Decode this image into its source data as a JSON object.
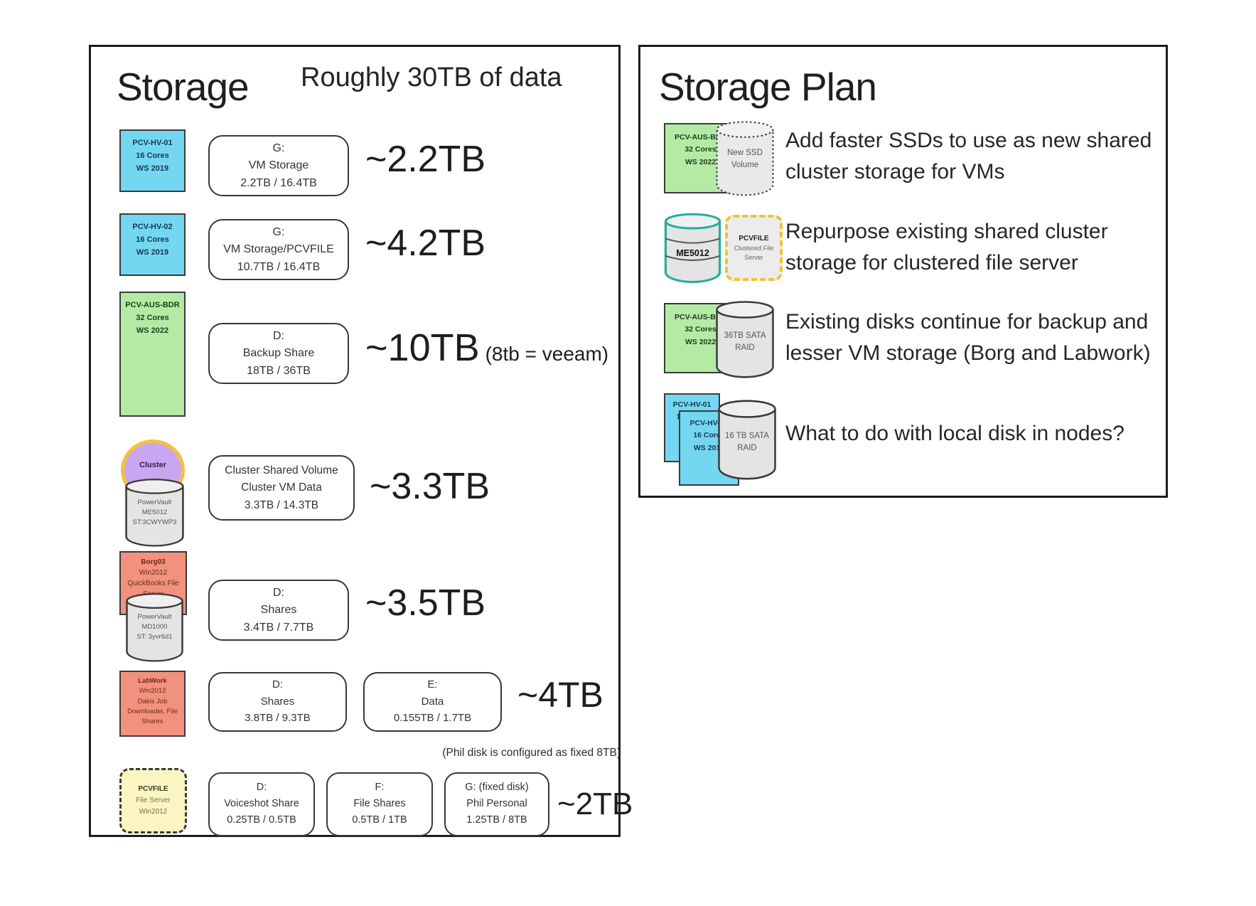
{
  "colors": {
    "host_blue": "#74D7F2",
    "host_green": "#B3EBA5",
    "host_red": "#F2917D",
    "cluster_purple": "#C9A7F0",
    "cluster_ring_yellow": "#F5C13D",
    "pcvfile_yellow": "#FBF5C3",
    "cylinder_grey": "#E4E4E4",
    "me5012_teal": "#25AE9A",
    "dashed_yellow": "#F0C330",
    "border_black": "#1c1c1c"
  },
  "storage": {
    "title": "Storage",
    "note": "Roughly 30TB of data",
    "rows": [
      {
        "server": {
          "lines": [
            "PCV-HV-01",
            "16 Cores",
            "WS 2019"
          ]
        },
        "volumes": [
          {
            "lines": [
              "G:",
              "VM Storage",
              "2.2TB / 16.4TB"
            ]
          }
        ],
        "total": "~2.2TB"
      },
      {
        "server": {
          "lines": [
            "PCV-HV-02",
            "16 Cores",
            "WS 2019"
          ]
        },
        "volumes": [
          {
            "lines": [
              "G:",
              "VM Storage/PCVFILE",
              "10.7TB / 16.4TB"
            ]
          }
        ],
        "total": "~4.2TB"
      },
      {
        "server": {
          "lines": [
            "PCV-AUS-BDR",
            "32 Cores",
            "WS 2022"
          ]
        },
        "volumes": [
          {
            "lines": [
              "D:",
              "Backup Share",
              "18TB / 36TB"
            ]
          }
        ],
        "total": "~10TB",
        "total_note": "(8tb = veeam)"
      },
      {
        "cluster_label": "Cluster",
        "cylinder": {
          "lines": [
            "PowerVault",
            "ME5012",
            "ST:3CWYWP3"
          ]
        },
        "volumes": [
          {
            "lines": [
              "Cluster Shared Volume",
              "Cluster VM Data",
              "3.3TB / 14.3TB"
            ]
          }
        ],
        "total": "~3.3TB"
      },
      {
        "server": {
          "lines": [
            "Borg03",
            "Win2012",
            "QuickBooks File",
            "Server"
          ]
        },
        "cylinder": {
          "lines": [
            "PowerVault",
            "MD1000",
            "ST: 3yvr6d1"
          ]
        },
        "volumes": [
          {
            "lines": [
              "D:",
              "Shares",
              "3.4TB / 7.7TB"
            ]
          }
        ],
        "total": "~3.5TB"
      },
      {
        "server": {
          "lines": [
            "LabWork",
            "Win2012",
            "Dakis Job",
            "Downloader, File",
            "Shares"
          ]
        },
        "volumes": [
          {
            "lines": [
              "D:",
              "Shares",
              "3.8TB / 9.3TB"
            ]
          },
          {
            "lines": [
              "E:",
              "Data",
              "0.155TB / 1.7TB"
            ]
          }
        ],
        "total": "~4TB"
      },
      {
        "note": "(Phil disk is configured as fixed 8TB)",
        "server": {
          "lines": [
            "PCVFILE",
            "File Server",
            "Win2012"
          ]
        },
        "volumes": [
          {
            "lines": [
              "D:",
              "Voiceshot Share",
              "0.25TB / 0.5TB"
            ]
          },
          {
            "lines": [
              "F:",
              "File Shares",
              "0.5TB / 1TB"
            ]
          },
          {
            "lines": [
              "G: (fixed disk)",
              "Phil Personal",
              "1.25TB / 8TB"
            ]
          }
        ],
        "total": "~2TB"
      }
    ]
  },
  "plan": {
    "title": "Storage Plan",
    "items": [
      {
        "server": {
          "lines": [
            "PCV-AUS-BDR",
            "32 Cores",
            "WS 2022"
          ]
        },
        "cylinder": {
          "lines": [
            "New SSD",
            "Volume"
          ]
        },
        "caption": "Add faster SSDs to use as new shared cluster storage for VMs"
      },
      {
        "cylinder": {
          "lines": [
            "ME5012"
          ]
        },
        "filebox": {
          "lines": [
            "PCVFILE",
            "Clustered File",
            "Server"
          ]
        },
        "caption": "Repurpose existing shared cluster storage for clustered file server"
      },
      {
        "server": {
          "lines": [
            "PCV-AUS-BDR",
            "32 Cores",
            "WS 2022"
          ]
        },
        "cylinder": {
          "lines": [
            "36TB SATA",
            "RAID"
          ]
        },
        "caption": "Existing disks continue for backup and lesser VM storage (Borg and Labwork)"
      },
      {
        "servers": [
          {
            "lines": [
              "PCV-HV-01",
              "16 Cores"
            ]
          },
          {
            "lines": [
              "PCV-HV-02",
              "16 Cores",
              "WS 2019"
            ]
          }
        ],
        "cylinder": {
          "lines": [
            "16 TB SATA",
            "RAID"
          ]
        },
        "caption": "What to do with local disk in nodes?"
      }
    ]
  }
}
